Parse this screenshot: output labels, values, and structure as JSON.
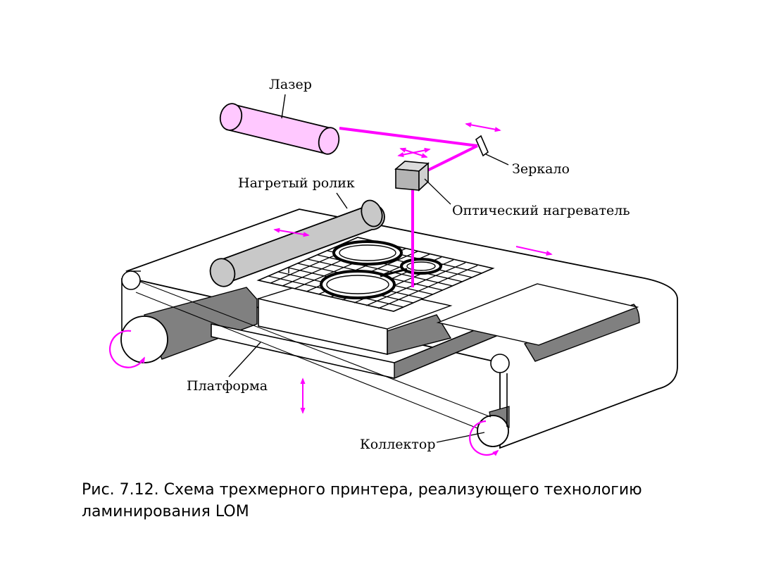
{
  "labels": {
    "laser": "Лазер",
    "mirror": "Зеркало",
    "heated_roller": "Нагретый ролик",
    "optical_heater": "Оптический нагреватель",
    "platform": "Платформа",
    "collector": "Коллектор"
  },
  "caption": {
    "line1": "Рис. 7.12. Схема трехмерного принтера, реализующего технологию",
    "line2": "ламинирования LOM"
  },
  "colors": {
    "beam": "#ff00ff",
    "laser_body": "#ffc8ff",
    "roller": "#c8c8c8",
    "dark_band": "#808080",
    "heater": "#c8c8c8"
  }
}
